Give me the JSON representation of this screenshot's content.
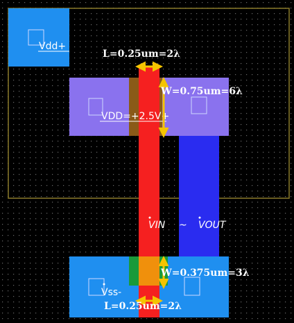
{
  "labels": {
    "vdd_pin": "Vdd+",
    "vdd_net": "VDD=+2.5V+",
    "vin": "VIN",
    "vout": "VOUT",
    "vss_pin": "Vss-",
    "pmos_length": "L=0.25um=2λ",
    "pmos_width": "W=0.75um=6λ",
    "nmos_width": "W=0.375um=3λ",
    "nmos_length": "L=0.25um=2λ"
  },
  "colors": {
    "background": "#000000",
    "grid_dot": "#6b6b6b",
    "nwell_border": "#8a7a2a",
    "metal1": "#1f8ff0",
    "pdiff": "#8a72ee",
    "poly": "#f52020",
    "metal2": "#2a2cf0",
    "ndiff": "#1a9a3a",
    "pmos_channel": "#8a5a18",
    "nmos_channel": "#f0900c",
    "dimension_arrow": "#f5c400",
    "contact_outline": "#cfd8ff"
  }
}
